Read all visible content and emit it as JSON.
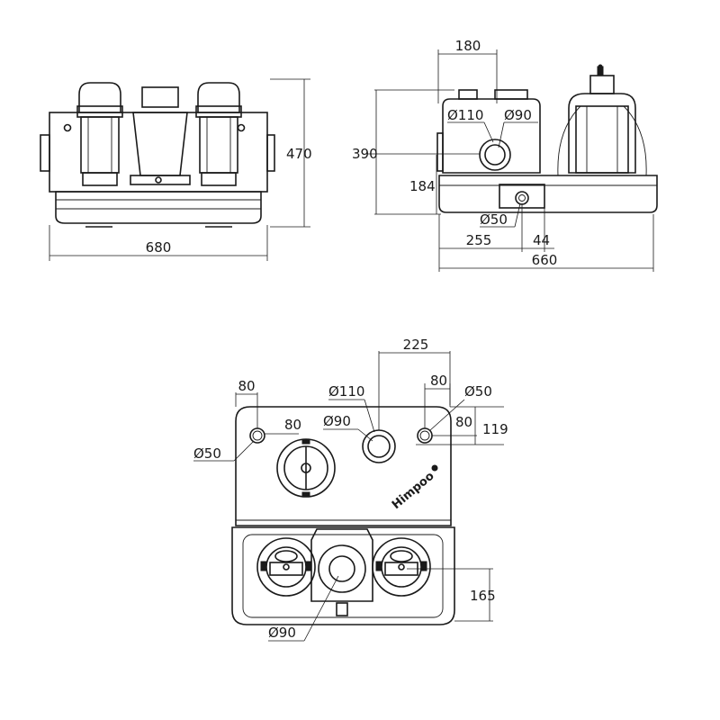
{
  "front_view": {
    "width_label": "680",
    "height_label": "470"
  },
  "side_view": {
    "top_width_label": "180",
    "height_label": "390",
    "inlet_height_label": "184",
    "inlet_large_label": "Ø110",
    "inlet_mid_label": "Ø90",
    "small_outlet_label": "Ø50",
    "offset_a_label": "255",
    "offset_b_label": "44",
    "overall_width_label": "660"
  },
  "top_view": {
    "center_offset_label": "225",
    "left_offset_label": "80",
    "left_inner_label": "80",
    "right_offset_label": "80",
    "right_inner_label": "80",
    "depth_label": "119",
    "left_port_label": "Ø50",
    "right_port_label": "Ø50",
    "inlet_large_label": "Ø110",
    "inlet_mid_label": "Ø90",
    "outlet_label": "Ø90",
    "lower_depth_label": "165",
    "brand_name": "Himpoo"
  }
}
